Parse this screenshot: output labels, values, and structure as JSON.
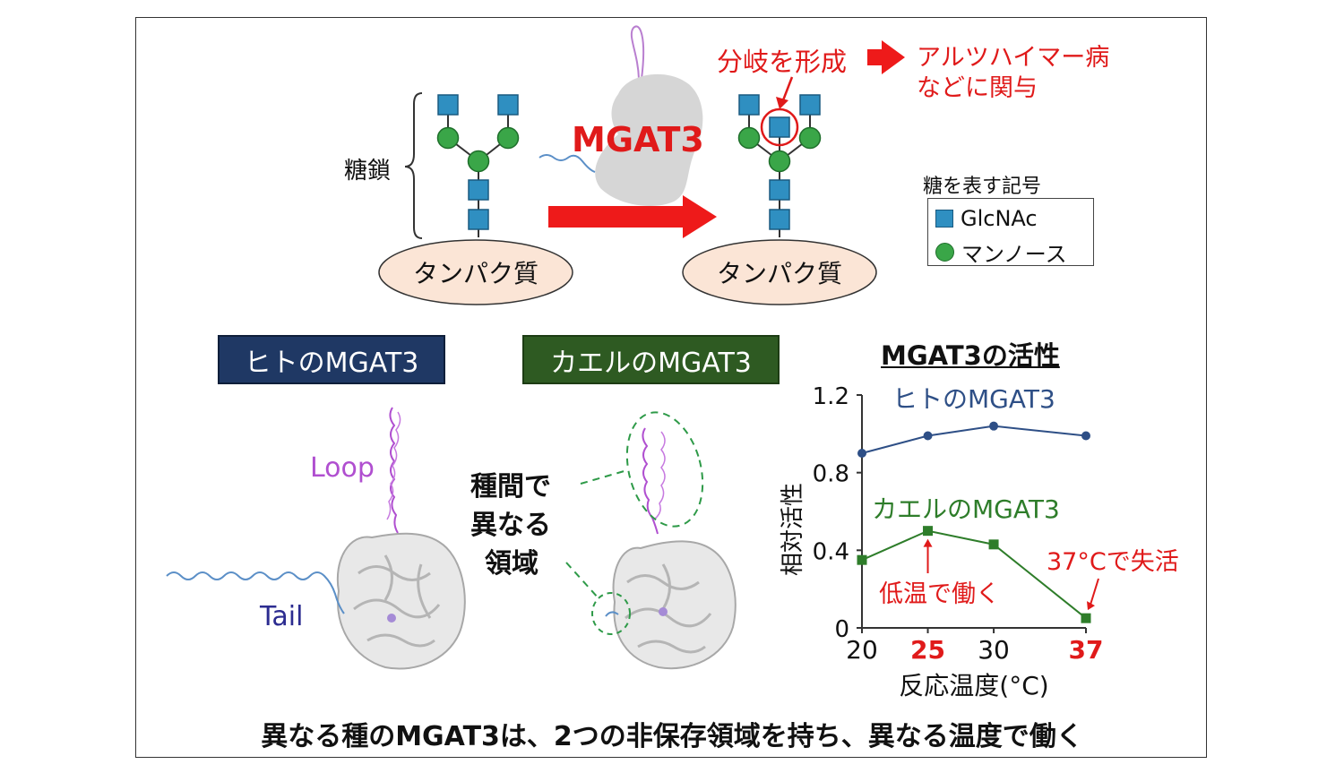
{
  "top": {
    "glycan_label": "糖鎖",
    "protein_left": "タンパク質",
    "protein_right": "タンパク質",
    "enzyme": "MGAT3",
    "branch_note": "分岐を形成",
    "disease_line1": "アルツハイマー病",
    "disease_line2": "などに関与",
    "legend_title": "糖を表す記号",
    "legend_items": [
      {
        "label": "GlcNAc",
        "icon": "square-icon",
        "color": "#2f8fc1"
      },
      {
        "label": "マンノース",
        "icon": "circle-icon",
        "color": "#3aa648"
      }
    ]
  },
  "structures": {
    "human_title": "ヒトのMGAT3",
    "frog_title": "カエルのMGAT3",
    "loop_label": "Loop",
    "tail_label": "Tail",
    "diff_line1": "種間で",
    "diff_line2": "異なる",
    "diff_line3": "領域"
  },
  "chart_title": "MGAT3の活性",
  "chart_data": {
    "type": "line",
    "x": [
      20,
      25,
      30,
      37
    ],
    "xticks": [
      "20",
      "25",
      "30",
      "37"
    ],
    "highlighted_xticks": [
      "25",
      "37"
    ],
    "yticks": [
      "0",
      "0.4",
      "0.8",
      "1.2"
    ],
    "ylim": [
      0,
      1.2
    ],
    "xlabel": "反応温度(°C)",
    "ylabel": "相対活性",
    "series": [
      {
        "name": "ヒトのMGAT3",
        "color": "#2e4f86",
        "marker": "circle",
        "values": [
          0.9,
          0.99,
          1.04,
          0.99
        ]
      },
      {
        "name": "カエルのMGAT3",
        "color": "#2e7d2a",
        "marker": "square",
        "values": [
          0.35,
          0.5,
          0.43,
          0.05
        ]
      }
    ],
    "annotations": [
      {
        "text": "低温で働く",
        "color": "#e01a1a"
      },
      {
        "text": "37°Cで失活",
        "color": "#e01a1a"
      }
    ]
  },
  "caption": "異なる種のMGAT3は、2つの非保存領域を持ち、異なる温度で働く",
  "colors": {
    "accent_red": "#e01a1a",
    "human": "#1f3864",
    "frog": "#2e5a22"
  }
}
